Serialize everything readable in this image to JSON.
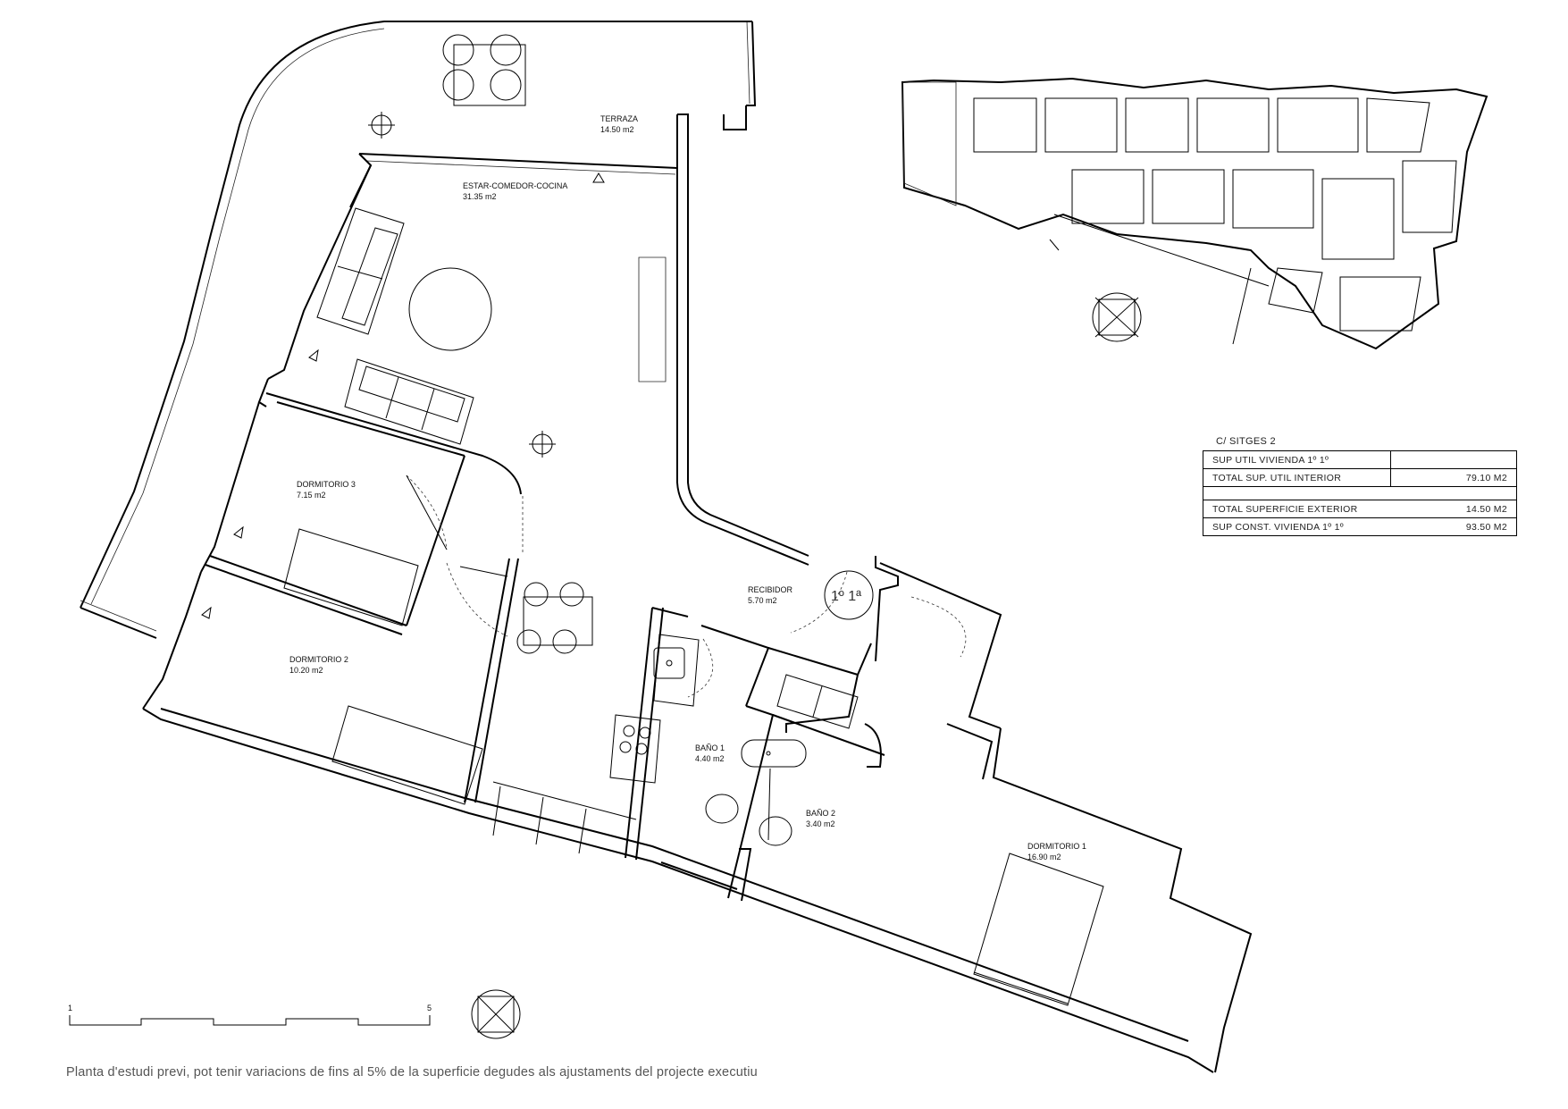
{
  "rooms": {
    "terraza": {
      "name": "TERRAZA",
      "area": "14.50 m2"
    },
    "estar": {
      "name": "ESTAR-COMEDOR-COCINA",
      "area": "31.35 m2"
    },
    "dormitorio3": {
      "name": "DORMITORIO 3",
      "area": "7.15 m2"
    },
    "dormitorio2": {
      "name": "DORMITORIO 2",
      "area": "10.20 m2"
    },
    "recibidor": {
      "name": "RECIBIDOR",
      "area": "5.70 m2"
    },
    "bano1": {
      "name": "BAÑO  1",
      "area": "4.40 m2"
    },
    "bano2": {
      "name": "BAÑO  2",
      "area": "3.40 m2"
    },
    "dormitorio1": {
      "name": "DORMITORIO 1",
      "area": "16.90 m2"
    }
  },
  "flat_id": "1º 1ª",
  "summary": {
    "title": "C/ SITGES 2",
    "rows": [
      {
        "label": "SUP UTIL VIVIENDA   1º 1º",
        "value": ""
      },
      {
        "label": "TOTAL SUP. UTIL INTERIOR",
        "value": "79.10 M2"
      },
      {
        "label": "",
        "value": ""
      },
      {
        "label": "TOTAL SUPERFICIE EXTERIOR",
        "value": "14.50 M2"
      },
      {
        "label": "SUP CONST. VIVIENDA   1º 1º",
        "value": "93.50 M2"
      }
    ]
  },
  "scale": {
    "start": "1",
    "end": "5"
  },
  "footnote": "Planta d'estudi previ, pot tenir variacions de fins al 5% de la superficie degudes als ajustaments del projecte executiu"
}
